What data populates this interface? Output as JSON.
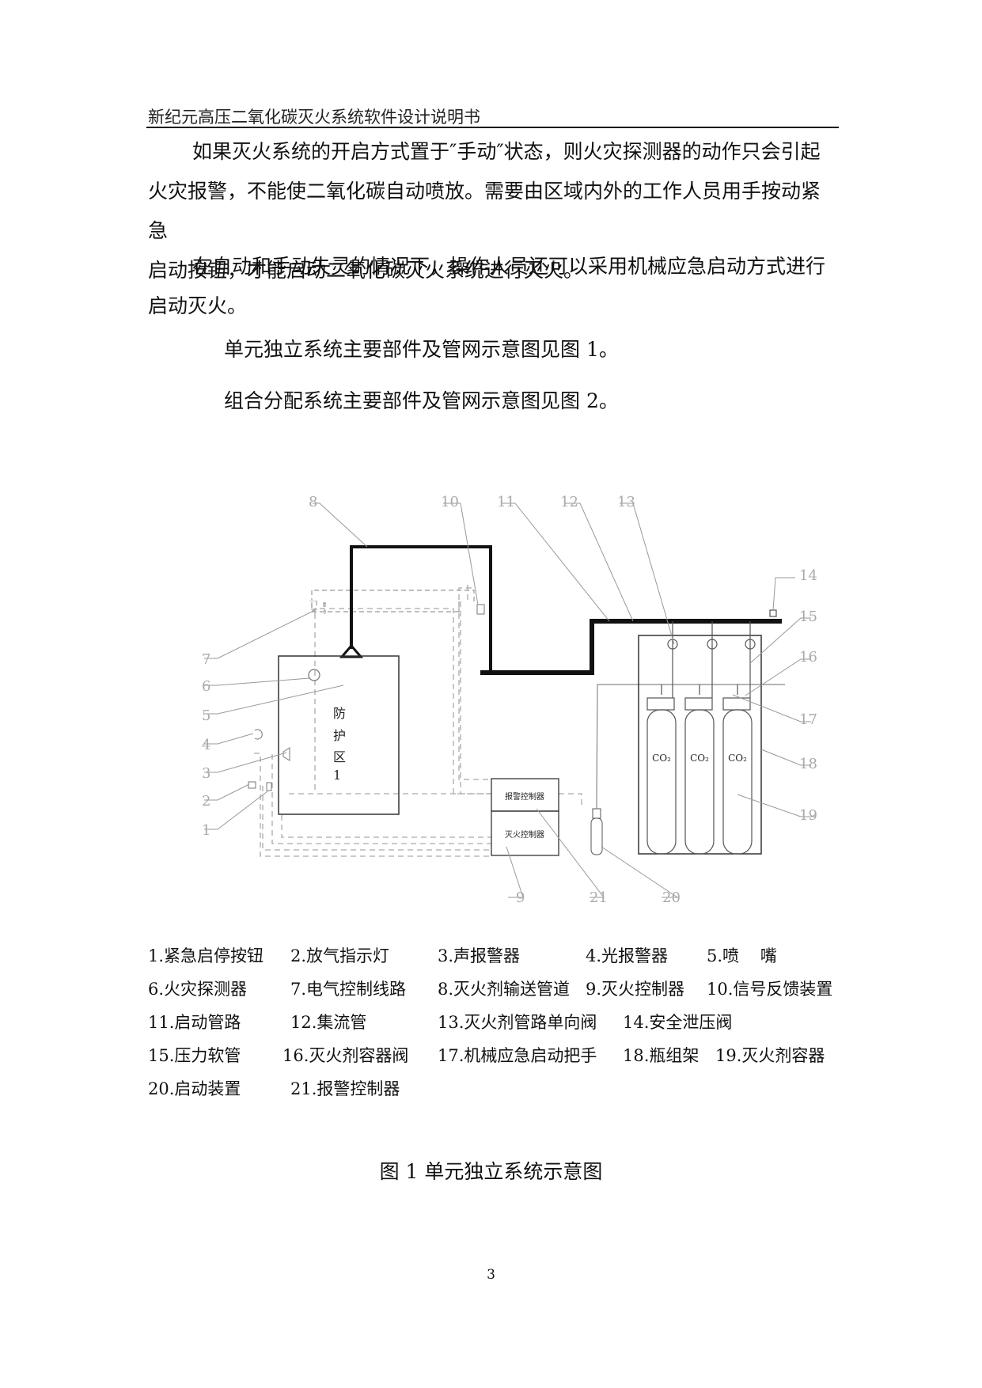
{
  "header": {
    "title": "新纪元高压二氧化碳灭火系统软件设计说明书"
  },
  "body": {
    "paragraphs": [
      {
        "lines": [
          "如果灭火系统的开启方式置于″手动″状态，则火灾探测器的动作只会引起",
          "火灾报警，不能使二氧化碳自动喷放。需要由区域内外的工作人员用手按动紧急",
          "启动按钮，才能启动二氧化碳灭火系统进行灭火。"
        ]
      },
      {
        "lines": [
          "在自动和手动失灵的情况下，操作人员还可以采用机械应急启动方式进行",
          "启动灭火。"
        ]
      }
    ],
    "refs": [
      "单元独立系统主要部件及管网示意图见图 1。",
      "组合分配系统主要部件及管网示意图见图 2。"
    ]
  },
  "figure": {
    "zone_label": [
      "防",
      "护",
      "区",
      "1"
    ],
    "alarm_box_label": "报警控制器",
    "fire_box_label": "灭火控制器",
    "cylinder_label": "CO₂",
    "callouts": [
      "1",
      "2",
      "3",
      "4",
      "5",
      "6",
      "7",
      "8",
      "9",
      "10",
      "11",
      "12",
      "13",
      "14",
      "15",
      "16",
      "17",
      "18",
      "19",
      "20",
      "21"
    ],
    "legend": [
      [
        "1.紧急启停按钮",
        "2.放气指示灯",
        "3.声报警器",
        "4.光报警器",
        "5.喷    嘴"
      ],
      [
        "6.火灾探测器",
        "7.电气控制线路",
        "8.灭火剂输送管道",
        "9.灭火控制器",
        "10.信号反馈装置"
      ],
      [
        "11.启动管路",
        "12.集流管",
        "13.灭火剂管路单向阀",
        "14.安全泄压阀"
      ],
      [
        "15.压力软管",
        "16.灭火剂容器阀",
        "17.机械应急启动把手",
        "18.瓶组架",
        "19.灭火剂容器"
      ],
      [
        "20.启动装置",
        "21.报警控制器"
      ]
    ],
    "caption": "图 1  单元独立系统示意图"
  },
  "page_number": "3"
}
